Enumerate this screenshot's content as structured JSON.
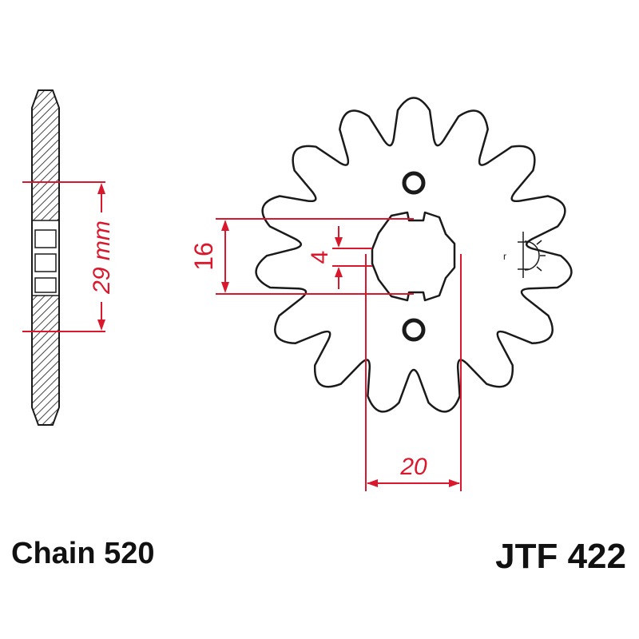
{
  "drawing": {
    "chain_label": "Chain 520",
    "part_number": "JTF 422",
    "dimensions": {
      "hub_width": "29 mm",
      "outer_spline": "16",
      "keyway": "4",
      "bore": "20"
    },
    "tooth_count": 15
  },
  "colors": {
    "dimension": "#d9182d",
    "outline": "#1a1a1a",
    "hatch": "#444444"
  }
}
